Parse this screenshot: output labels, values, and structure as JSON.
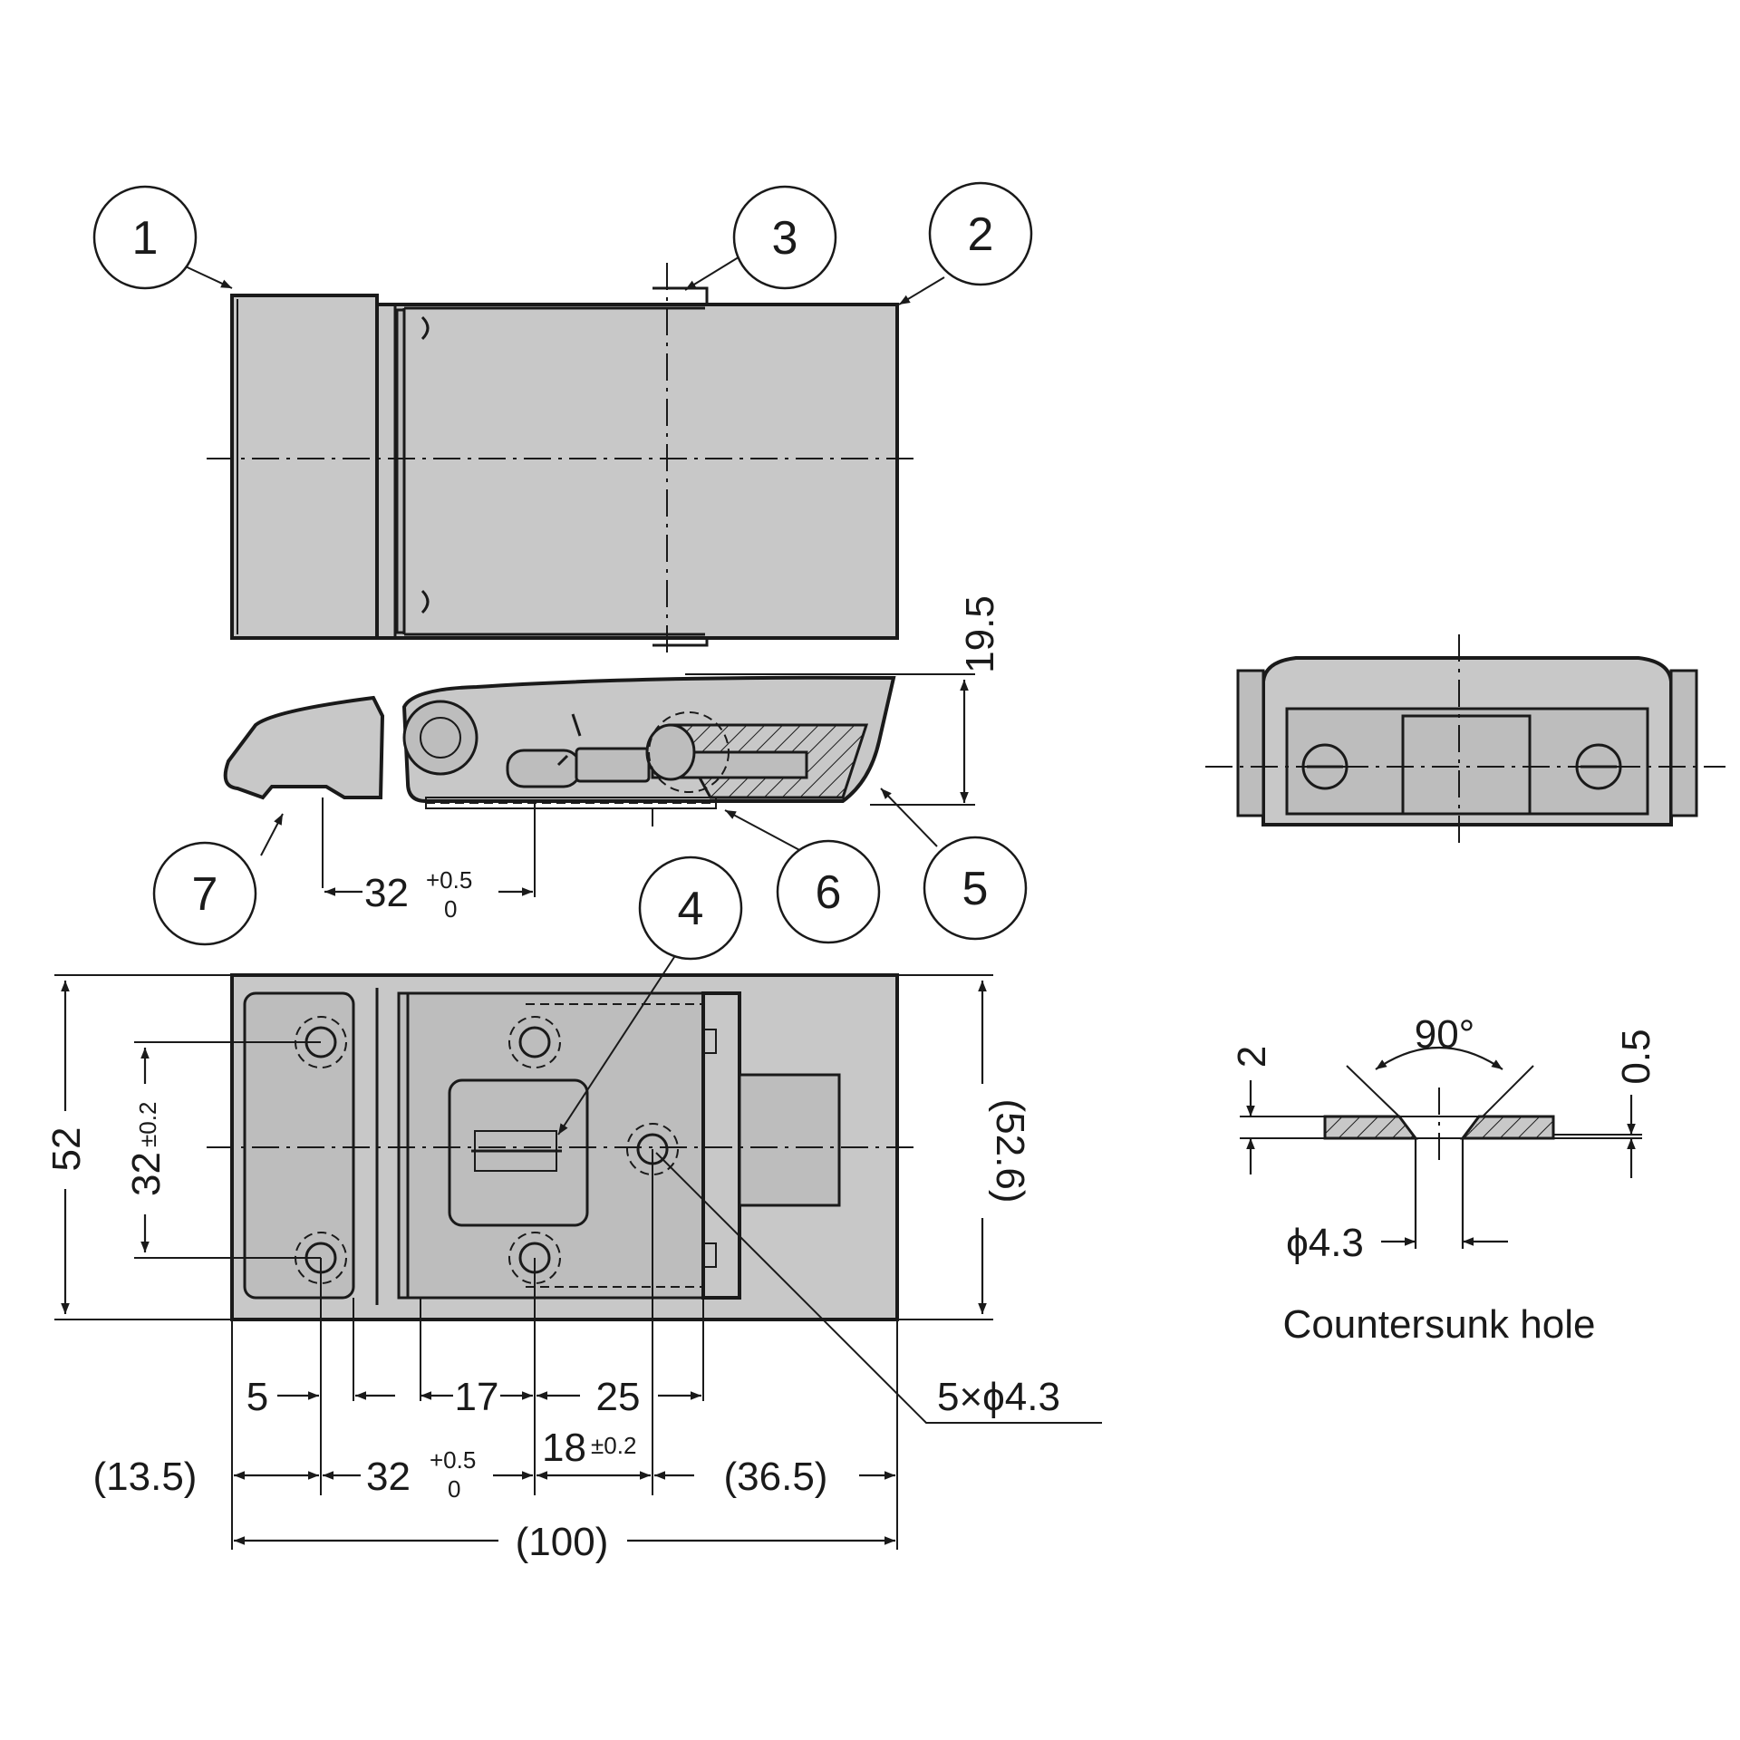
{
  "callouts": [
    "1",
    "2",
    "3",
    "4",
    "5",
    "6",
    "7"
  ],
  "dimensions": {
    "height_side": "19.5",
    "pitch_side": "32",
    "pitch_side_tol_upper": "+0.5",
    "pitch_side_tol_lower": "0",
    "width_total": "52",
    "width_ref": "(52.6)",
    "hole_pitch_vertical": "32",
    "hole_pitch_vertical_tol": "±0.2",
    "d5": "5",
    "d17": "17",
    "d25": "25",
    "d18": "18",
    "d18_tol": "±0.2",
    "d13_5": "(13.5)",
    "d32": "32",
    "d32_tol_upper": "+0.5",
    "d32_tol_lower": "0",
    "d36_5": "(36.5)",
    "d100": "(100)",
    "holes": "5×ϕ4.3"
  },
  "countersink": {
    "angle": "90°",
    "thickness": "2",
    "depth": "0.5",
    "diameter": "ϕ4.3",
    "caption": "Countersunk hole"
  }
}
